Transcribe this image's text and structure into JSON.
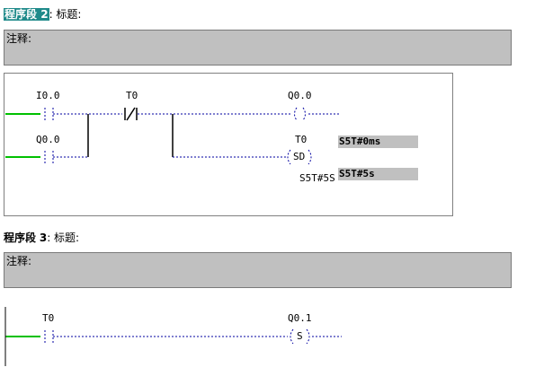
{
  "segment2": {
    "prefix": "程序段",
    "number": "2",
    "title_suffix": ": 标题:",
    "comment_label": "注释:",
    "contact_in": "I0.0",
    "contact_timer_nc": "T0",
    "coil_out": "Q0.0",
    "branch_contact": "Q0.0",
    "timer_name": "T0",
    "timer_coil": "SD",
    "timer_param_display": "S5T#0ms",
    "timer_value_label": "S5T#5S",
    "timer_value_field": "S5T#5s"
  },
  "segment3": {
    "prefix": "程序段",
    "number": "3",
    "title_suffix": ": 标题:",
    "comment_label": "注释:",
    "contact_in": "T0",
    "coil_out": "Q0.1",
    "coil_type": "S"
  },
  "colors": {
    "power_rail": "#00c000",
    "dotted_wire": "#0000a0",
    "highlight": "#1f8a8a",
    "field_bg": "#c0c0c0"
  }
}
